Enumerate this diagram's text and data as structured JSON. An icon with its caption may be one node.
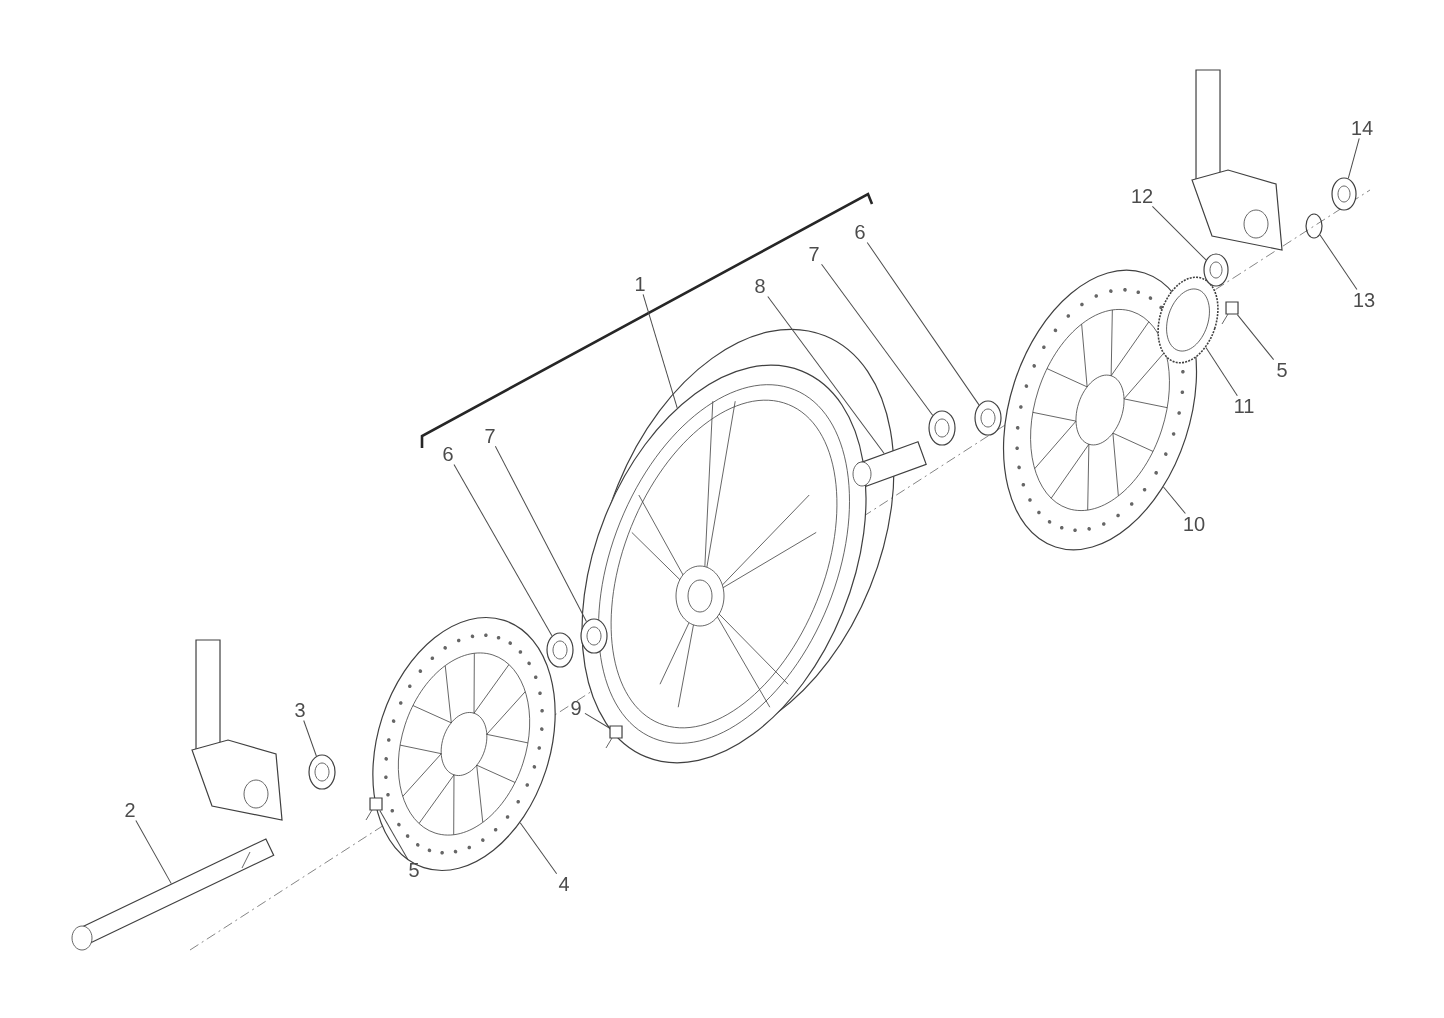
{
  "diagram": {
    "nodes": [
      {
        "text": [
          "14"
        ]
      },
      {
        "text": [
          "12"
        ]
      },
      {
        "text": [
          "6"
        ]
      },
      {
        "text": [
          "7"
        ]
      },
      {
        "text": [
          "1"
        ]
      },
      {
        "text": [
          "8"
        ]
      },
      {
        "text": [
          "13"
        ]
      },
      {
        "text": [
          "5"
        ]
      },
      {
        "text": [
          "11"
        ]
      },
      {
        "text": [
          "6"
        ]
      },
      {
        "text": [
          "7"
        ]
      },
      {
        "text": [
          "10"
        ]
      },
      {
        "text": [
          "3"
        ]
      },
      {
        "text": [
          "9"
        ]
      },
      {
        "text": [
          "2"
        ]
      },
      {
        "text": [
          "5"
        ]
      },
      {
        "text": [
          "4"
        ]
      },
      {
        "text": [],
        "shape": "picture"
      },
      {
        "text": [],
        "shape": "picture"
      },
      {
        "text": [],
        "shape": "picture"
      },
      {
        "text": [],
        "shape": "picture"
      },
      {
        "text": [],
        "shape": "picture"
      },
      {
        "text": [],
        "shape": "picture"
      },
      {
        "text": [],
        "shape": "picture"
      },
      {
        "text": [],
        "shape": "picture"
      },
      {
        "text": [],
        "shape": "picture"
      },
      {
        "text": [],
        "shape": "picture"
      },
      {
        "text": [],
        "shape": "picture"
      },
      {
        "text": [],
        "shape": "picture"
      },
      {
        "text": [],
        "shape": "picture"
      },
      {
        "text": [],
        "shape": "picture"
      },
      {
        "text": [],
        "shape": "picture"
      },
      {
        "text": [],
        "shape": "picture"
      },
      {
        "text": [],
        "shape": "picture"
      },
      {
        "text": [],
        "shape": "circle"
      },
      {
        "text": [],
        "shape": "picture"
      }
    ],
    "edges": [
      {
        "from": 0,
        "to": 35,
        "arrow": "none"
      },
      {
        "from": 1,
        "to": 31,
        "arrow": "none"
      },
      {
        "from": 2,
        "to": 28,
        "arrow": "none"
      },
      {
        "from": 3,
        "to": 27,
        "arrow": "none"
      },
      {
        "from": 4,
        "to": 25,
        "arrow": "none"
      },
      {
        "from": 5,
        "to": 26,
        "arrow": "none"
      },
      {
        "from": 6,
        "to": 34,
        "arrow": "none"
      },
      {
        "from": 7,
        "to": 32,
        "arrow": "none"
      },
      {
        "from": 8,
        "to": 30,
        "arrow": "none"
      },
      {
        "from": 9,
        "to": 22,
        "arrow": "none"
      },
      {
        "from": 10,
        "to": 23,
        "arrow": "none"
      },
      {
        "from": 11,
        "to": 29,
        "arrow": "none"
      },
      {
        "from": 12,
        "to": 19,
        "arrow": "none"
      },
      {
        "from": 13,
        "to": 24,
        "arrow": "none"
      },
      {
        "from": 14,
        "to": 17,
        "arrow": "none"
      },
      {
        "from": 15,
        "to": 20,
        "arrow": "none"
      },
      {
        "from": 16,
        "to": 21,
        "arrow": "none"
      }
    ]
  }
}
